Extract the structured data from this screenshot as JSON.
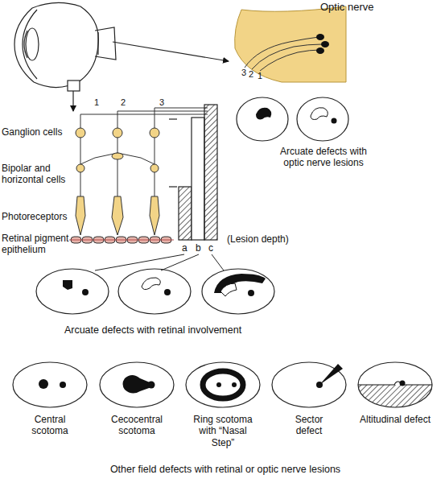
{
  "diagram": {
    "labels": [
      "Optic nerve",
      "3",
      "2",
      "1",
      "Arcuate defects with optic nerve lesions",
      "1",
      "2",
      "3",
      "Ganglion cells",
      "Bipolar and horizontal cells",
      "Photoreceptors",
      "Retinal pigment epithelium",
      "(Lesion depth)",
      "a",
      "b",
      "c",
      "Arcuate defects with retinal involvement",
      "Central scotoma",
      "Cecocentral scotoma",
      "Ring scotoma with “Nasal Step”",
      "Sector defect",
      "Altitudinal defect",
      "Other field defects with retinal or optic nerve lesions"
    ]
  }
}
